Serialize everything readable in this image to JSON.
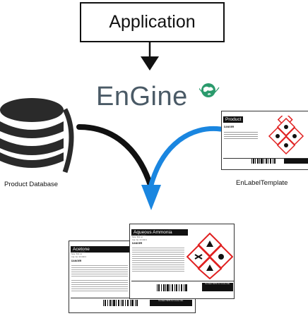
{
  "application": {
    "label": "Application"
  },
  "engine": {
    "logo_text": "EnGine",
    "globe_icon": "globe-icon"
  },
  "database": {
    "label": "Product Database",
    "icon": "database-icon"
  },
  "template": {
    "label": "EnLabelTemplate",
    "title": "Product",
    "signal_word": "DANGER",
    "icon": "ghs-hazard-icon"
  },
  "labels": [
    {
      "product": "Acetone",
      "signal_word": "DANGER",
      "ids": [
        "Prod. No. 10035",
        "Size: 500 ml",
        "Cat. No. 00 000 0"
      ],
      "info": "Contact SDS for more info."
    },
    {
      "product": "Aqueous Ammonia",
      "signal_word": "DANGER",
      "ids": [
        "Prod. No. 10035",
        "Size: 500 ml",
        "Cat. No. 00 000 0"
      ],
      "info": "Contact SDS for more info."
    }
  ],
  "colors": {
    "arrow_blue": "#1a86e0",
    "line_black": "#111111",
    "engine_grey": "#4a5a66",
    "globe_green": "#2a9a6c",
    "hazard_red": "#e02020"
  }
}
